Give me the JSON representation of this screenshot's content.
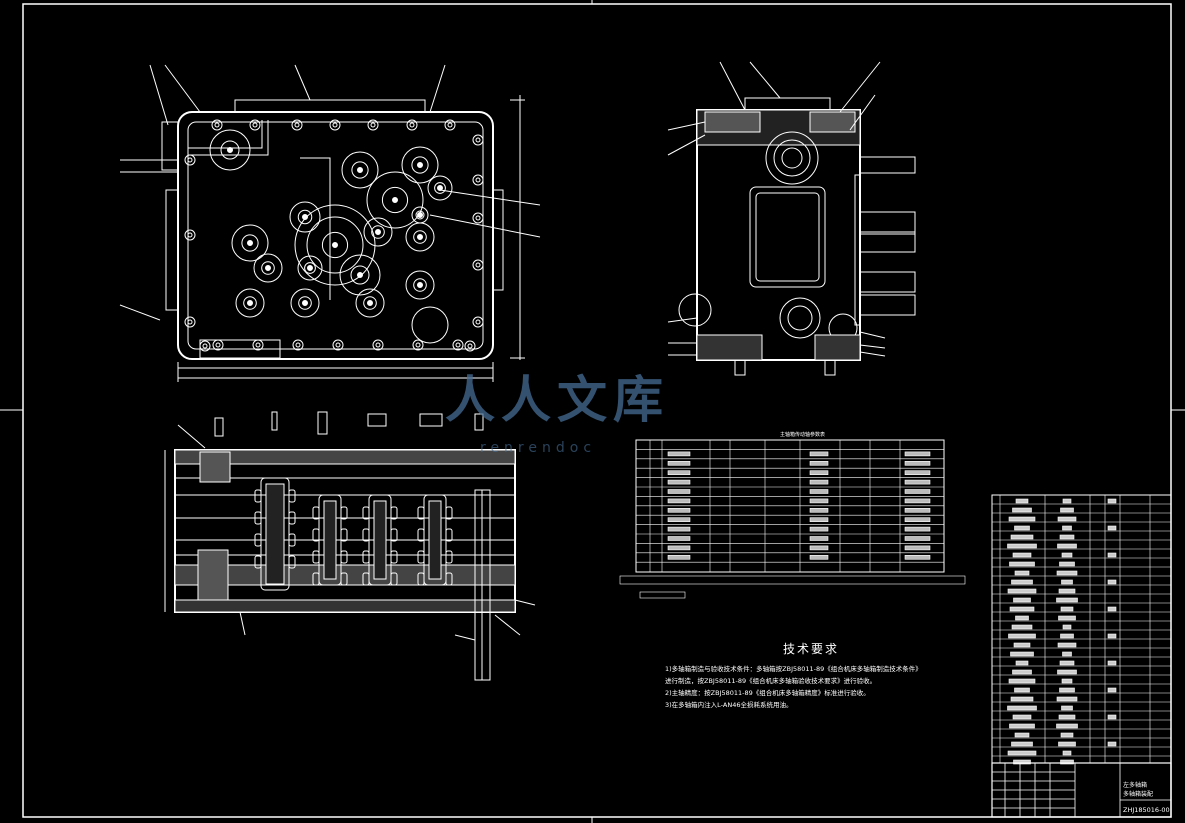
{
  "watermark": {
    "text": "人人文库",
    "url": "renrendoc"
  },
  "technical_requirements": {
    "title": "技术要求",
    "items": [
      "1)多轴箱制造与验收技术条件：多轴箱按ZBJ58011-89《组合机床多轴箱制造技术条件》",
      "进行制造，按ZBJ58011-89《组合机床多轴箱验收技术要求》进行验收。",
      "2)主轴精度：按ZBJ58011-89《组合机床多轴箱精度》标准进行验收。",
      "3)在多轴箱内注入L-AN46全损耗系统用油。"
    ]
  },
  "table_title": "主轴箱传动轴参数表",
  "title_block": {
    "name_line1": "左多轴箱",
    "name_line2": "多轴箱装配",
    "drawing_number": "ZHJ185016-00"
  },
  "colors": {
    "background": "#000000",
    "line": "#ffffff",
    "watermark": "#466e96"
  }
}
